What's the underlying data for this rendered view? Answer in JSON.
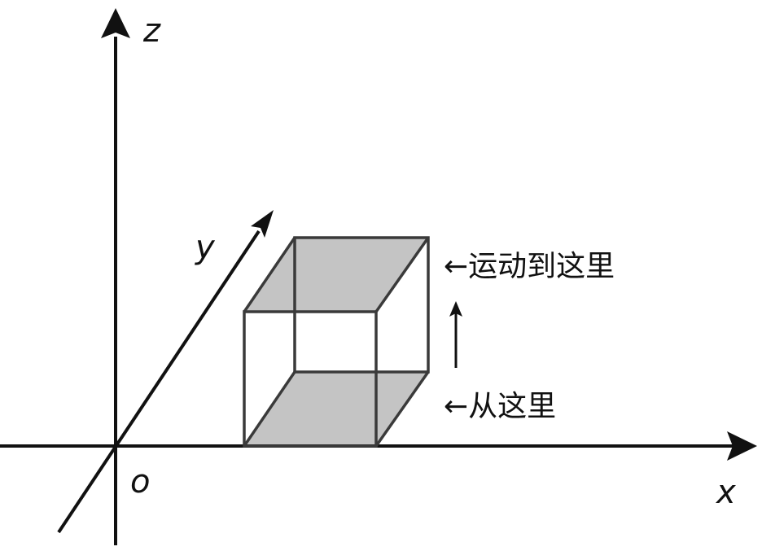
{
  "axes": {
    "x_label": "x",
    "y_label": "y",
    "z_label": "z",
    "origin_label": "o"
  },
  "annotations": {
    "to_here": "←运动到这里",
    "from_here": "←从这里"
  },
  "colors": {
    "face_fill": "#c4c4c4",
    "edge": "#3a3a3a",
    "axis": "#111111"
  }
}
